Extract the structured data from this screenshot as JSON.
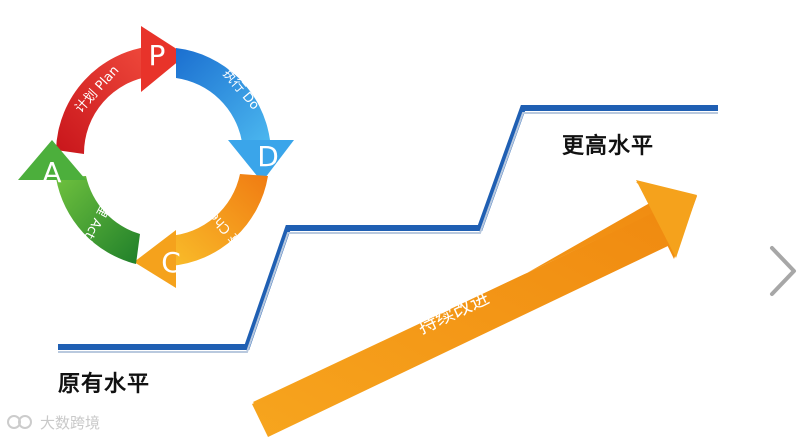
{
  "pdca": {
    "plan": {
      "letter": "P",
      "label": "计划 Plan"
    },
    "do": {
      "letter": "D",
      "label": "执行 Do"
    },
    "check": {
      "letter": "C",
      "label": "检查 Check"
    },
    "action": {
      "letter": "A",
      "label": "处理 Action"
    },
    "colors": {
      "plan": "#e8332a",
      "do": "#1e8fe0",
      "check": "#f39a16",
      "action": "#3aa63a"
    }
  },
  "levels": {
    "original": "原有水平",
    "higher": "更高水平",
    "line_color": "#1f5fb3"
  },
  "improvement": {
    "label": "持续改进",
    "color": "#f5a21c"
  },
  "nav": {
    "next_icon": "chevron-right-icon"
  },
  "watermark": {
    "text": "大数跨境"
  }
}
